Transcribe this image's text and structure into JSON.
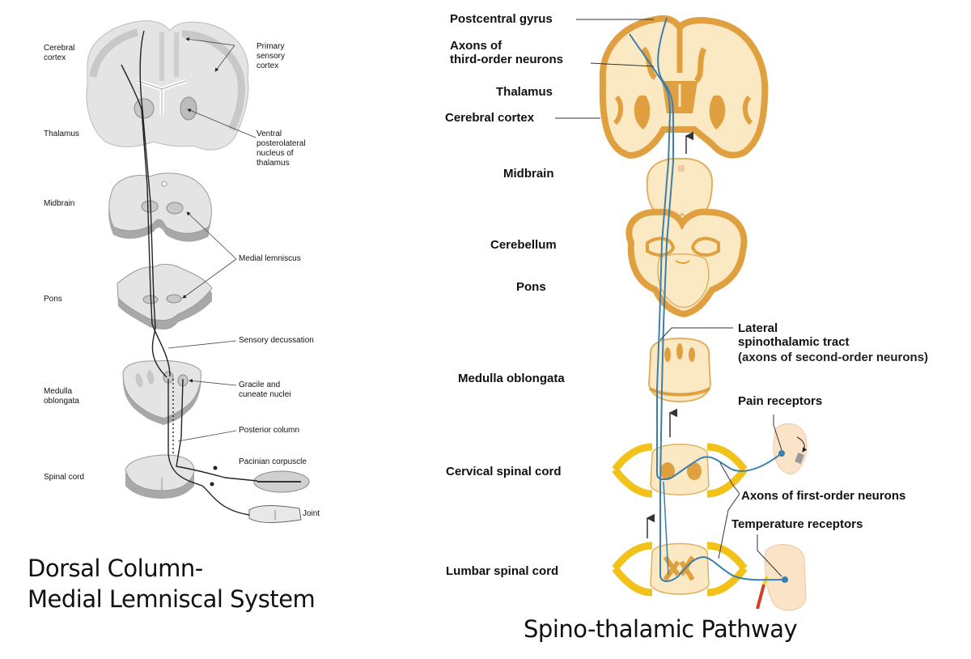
{
  "left_diagram": {
    "title": "Dorsal Column-\nMedial Lemniscal System",
    "colors": {
      "tissue": "#e4e4e4",
      "gray_matter": "#c8c8c8",
      "shadow": "#a8a8a8",
      "line": "#222222"
    },
    "labels": {
      "cerebral_cortex": "Cerebral\ncortex",
      "primary_sensory_cortex": "Primary\nsensory\ncortex",
      "thalamus": "Thalamus",
      "vpl_nucleus": "Ventral\nposterolateral\nnucleus of\nthalamus",
      "midbrain": "Midbrain",
      "medial_lemniscus": "Medial lemniscus",
      "pons": "Pons",
      "sensory_decussation": "Sensory decussation",
      "medulla_oblongata": "Medulla\noblongata",
      "gracile_cuneate": "Gracile and\ncuneate nuclei",
      "posterior_column": "Posterior column",
      "spinal_cord": "Spinal cord",
      "pacinian_corpuscle": "Pacinian corpuscle",
      "joint": "Joint"
    }
  },
  "right_diagram": {
    "title": "Spino-thalamic Pathway",
    "colors": {
      "tissue": "#fbe9c3",
      "cortex": "#e0a040",
      "nerve": "#f2c21a",
      "tract": "#3a7fae",
      "line": "#222222"
    },
    "labels": {
      "postcentral_gyrus": "Postcentral gyrus",
      "axons_third_order": "Axons of\nthird-order neurons",
      "thalamus": "Thalamus",
      "cerebral_cortex": "Cerebral cortex",
      "midbrain": "Midbrain",
      "cerebellum": "Cerebellum",
      "pons": "Pons",
      "lateral_tract": "Lateral\nspinothalamic tract",
      "lateral_tract_note": "(axons of second-order neurons)",
      "medulla_oblongata": "Medulla oblongata",
      "pain_receptors": "Pain receptors",
      "cervical_spinal_cord": "Cervical spinal cord",
      "axons_first_order": "Axons of first-order neurons",
      "temperature_receptors": "Temperature receptors",
      "lumbar_spinal_cord": "Lumbar spinal cord"
    }
  }
}
